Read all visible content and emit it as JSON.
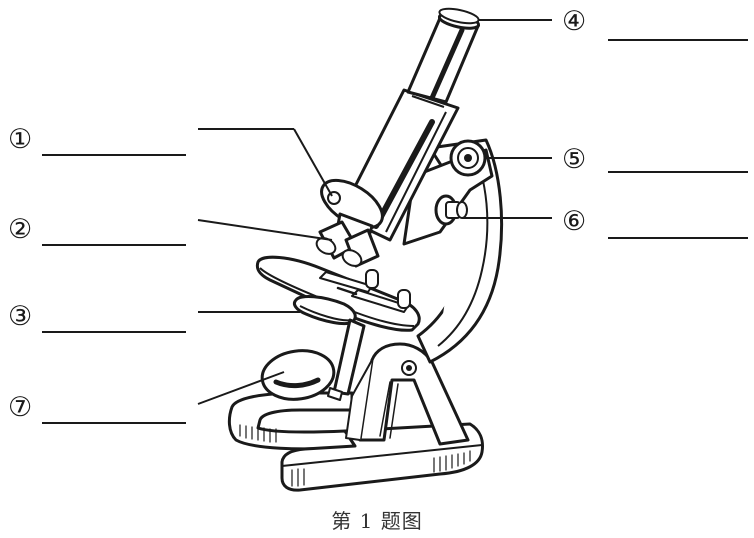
{
  "labels": {
    "l1": "①",
    "l2": "②",
    "l3": "③",
    "l4": "④",
    "l5": "⑤",
    "l6": "⑥",
    "l7": "⑦"
  },
  "caption": "第 1 题图"
}
